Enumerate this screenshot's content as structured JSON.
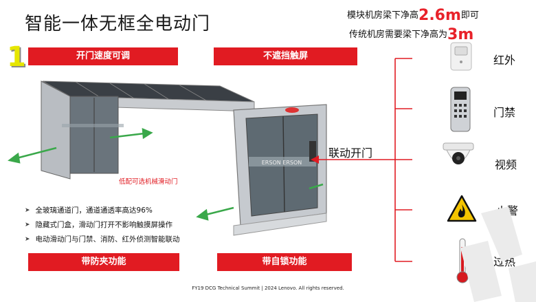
{
  "title": "智能一体无框全电动门",
  "notes": {
    "line1_prefix": "模块机房梁下净高",
    "line1_value": "2.6m",
    "line1_suffix": "即可",
    "line2_prefix": "传统机房需要梁下净高为",
    "line2_value": "3m"
  },
  "slide_number": "1",
  "labels": {
    "speed": "开门速度可调",
    "no_block": "不遮挡触屏",
    "anti_pinch": "带防夹功能",
    "self_lock": "带自锁功能",
    "low_config": "低配可选机械滑动门",
    "linked_open": "联动开门"
  },
  "door_print": "ERSON ERSON",
  "features": [
    "全玻璃通道门，通道通透率高达96%",
    "隐藏式门盒，滑动门打开不影响触摸屏操作",
    "电动滑动门与门禁、消防、红外侦测智能联动"
  ],
  "sensors": [
    {
      "label": "红外",
      "icon": "infrared-sensor-icon"
    },
    {
      "label": "门禁",
      "icon": "access-control-icon"
    },
    {
      "label": "视频",
      "icon": "dome-camera-icon"
    },
    {
      "label": "火警",
      "icon": "fire-warning-icon"
    },
    {
      "label": "过热",
      "icon": "thermometer-icon"
    }
  ],
  "footer": "FY19 DCG Technical Summit | 2024 Lenovo. All rights reserved.",
  "colors": {
    "accent": "#e11b22",
    "number": "#e6e600"
  }
}
